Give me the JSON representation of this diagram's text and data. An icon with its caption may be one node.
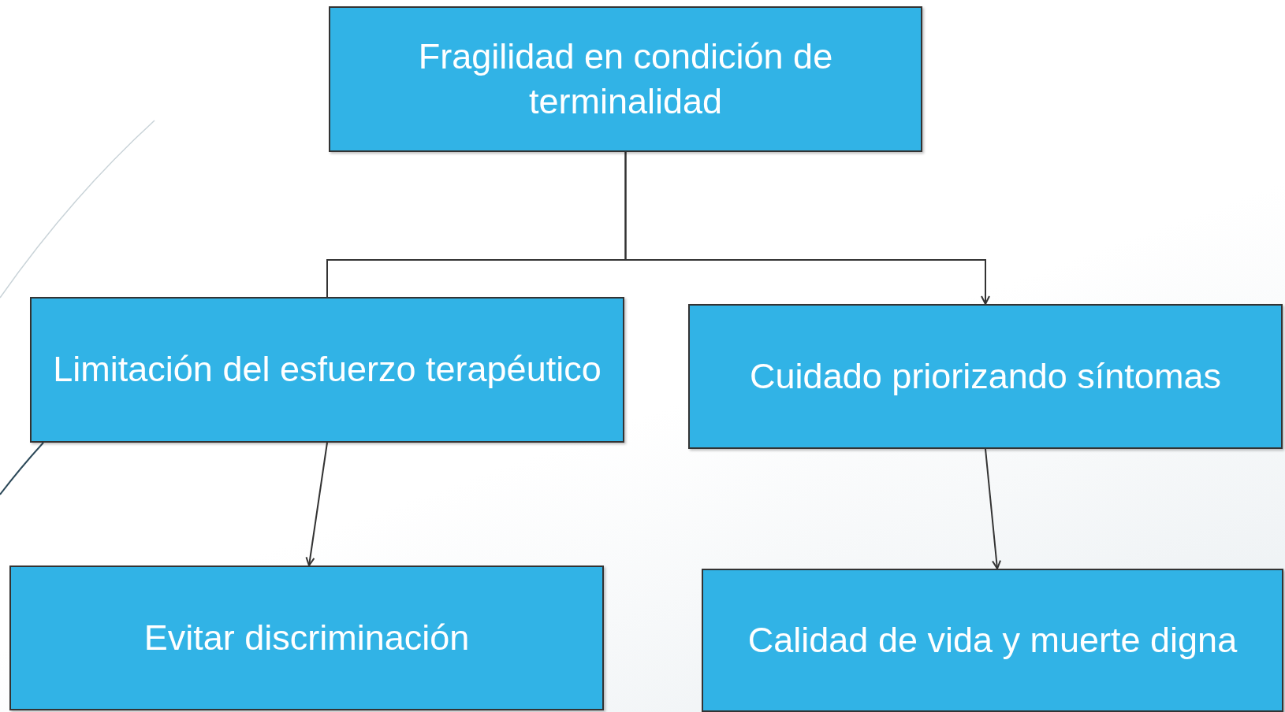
{
  "diagram": {
    "nodes": [
      {
        "text": [
          "Fragilidad en condición de terminalidad"
        ]
      },
      {
        "text": [
          "Limitación del esfuerzo terapéutico"
        ]
      },
      {
        "text": [
          "Cuidado priorizando síntomas"
        ]
      },
      {
        "text": [
          "Evitar discriminación"
        ]
      },
      {
        "text": [
          "Calidad de vida y muerte digna"
        ]
      }
    ],
    "edges": [
      {
        "from": 0,
        "to": 1,
        "arrow": "none"
      },
      {
        "from": 0,
        "to": 2,
        "arrow": "to"
      },
      {
        "from": 1,
        "to": 3,
        "arrow": "to"
      },
      {
        "from": 2,
        "to": 4,
        "arrow": "to"
      }
    ]
  }
}
